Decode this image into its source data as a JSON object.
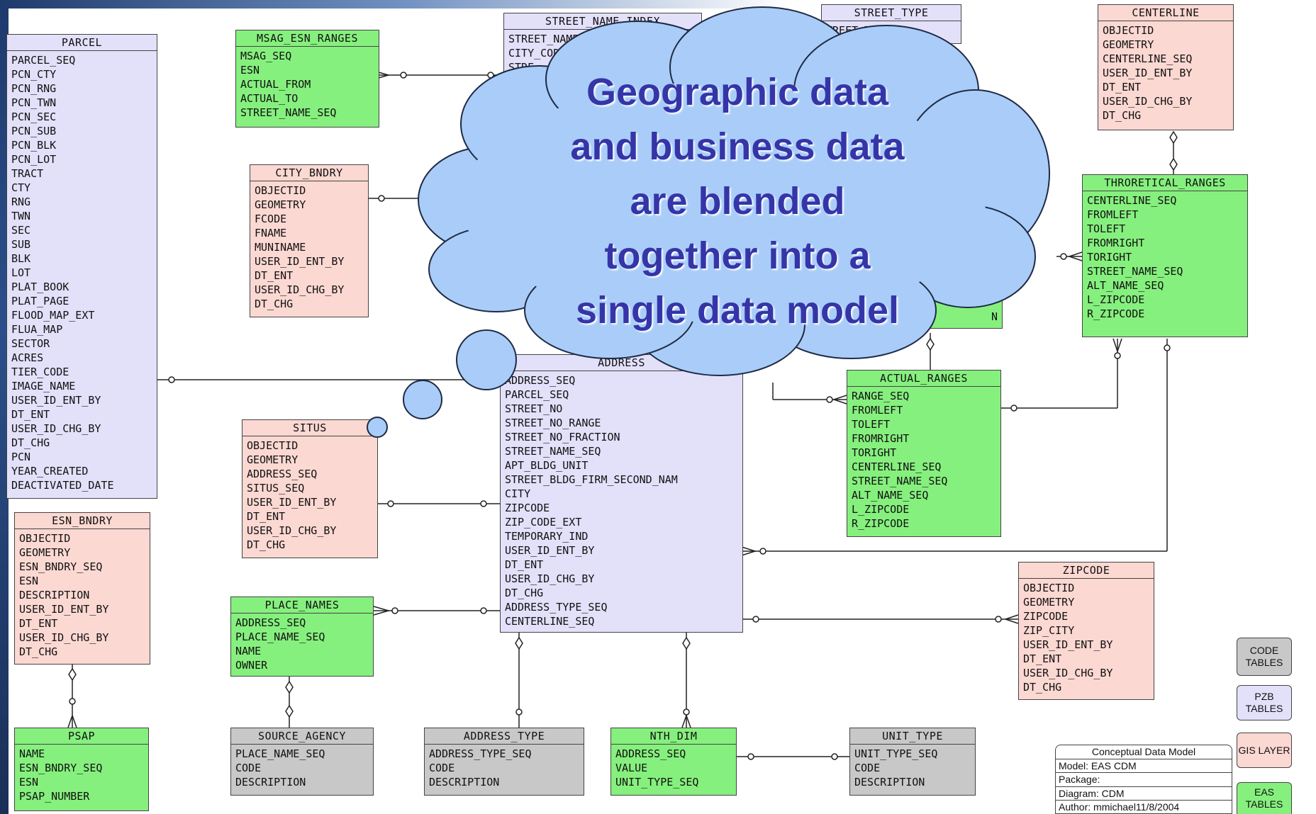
{
  "colors": {
    "pzb": "#e3e0fa",
    "gis": "#fbd8d2",
    "eas": "#86f07e",
    "code": "#c8c8c8",
    "cloud": "#a9cdf8",
    "callout_text": "#3535a8"
  },
  "callout": {
    "lines": [
      "Geographic data",
      "and business data",
      "are blended",
      "together into a",
      "single data model"
    ]
  },
  "entities": {
    "parcel": {
      "name": "PARCEL",
      "fields": [
        "PARCEL_SEQ",
        "PCN_CTY",
        "PCN_RNG",
        "PCN_TWN",
        "PCN_SEC",
        "PCN_SUB",
        "PCN_BLK",
        "PCN_LOT",
        "TRACT",
        "CTY",
        "RNG",
        "TWN",
        "SEC",
        "SUB",
        "BLK",
        "LOT",
        "PLAT_BOOK",
        "PLAT_PAGE",
        "FLOOD_MAP_EXT",
        "FLUA_MAP",
        "SECTOR",
        "ACRES",
        "TIER_CODE",
        "IMAGE_NAME",
        "USER_ID_ENT_BY",
        "DT_ENT",
        "USER_ID_CHG_BY",
        "DT_CHG",
        "PCN",
        "YEAR_CREATED",
        "DEACTIVATED_DATE"
      ]
    },
    "msag": {
      "name": "MSAG_ESN_RANGES",
      "fields": [
        "MSAG_SEQ",
        "ESN",
        "ACTUAL_FROM",
        "ACTUAL_TO",
        "STREET_NAME_SEQ"
      ]
    },
    "street_name_index": {
      "name": "STREET_NAME_INDEX",
      "fields": [
        "STREET_NAME_SEQ",
        "CITY_CODE",
        "STRE"
      ]
    },
    "street_type": {
      "name": "STREET_TYPE",
      "fields": [
        "TREET_TYPE"
      ]
    },
    "centerline": {
      "name": "CENTERLINE",
      "fields": [
        "OBJECTID",
        "GEOMETRY",
        "CENTERLINE_SEQ",
        "USER_ID_ENT_BY",
        "DT_ENT",
        "USER_ID_CHG_BY",
        "DT_CHG"
      ]
    },
    "city_bndry": {
      "name": "CITY_BNDRY",
      "fields": [
        "OBJECTID",
        "GEOMETRY",
        "FCODE",
        "FNAME",
        "MUNINAME",
        "USER_ID_ENT_BY",
        "DT_ENT",
        "USER_ID_CHG_BY",
        "DT_CHG"
      ]
    },
    "theoretical_ranges": {
      "name": "THRORETICAL_RANGES",
      "fields": [
        "CENTERLINE_SEQ",
        "FROMLEFT",
        "TOLEFT",
        "FROMRIGHT",
        "TORIGHT",
        "STREET_NAME_SEQ",
        "ALT_NAME_SEQ",
        "L_ZIPCODE",
        "R_ZIPCODE"
      ]
    },
    "address": {
      "name": "ADDRESS",
      "fields": [
        "ADDRESS_SEQ",
        "PARCEL_SEQ",
        "STREET_NO",
        "STREET_NO_RANGE",
        "STREET_NO_FRACTION",
        "STREET_NAME_SEQ",
        "APT_BLDG_UNIT",
        "STREET_BLDG_FIRM_SECOND_NAM",
        "CITY",
        "ZIPCODE",
        "ZIP_CODE_EXT",
        "TEMPORARY_IND",
        "USER_ID_ENT_BY",
        "DT_ENT",
        "USER_ID_CHG_BY",
        "DT_CHG",
        "ADDRESS_TYPE_SEQ",
        "CENTERLINE_SEQ"
      ]
    },
    "actual_ranges": {
      "name": "ACTUAL_RANGES",
      "fields": [
        "RANGE_SEQ",
        "FROMLEFT",
        "TOLEFT",
        "FROMRIGHT",
        "TORIGHT",
        "CENTERLINE_SEQ",
        "STREET_NAME_SEQ",
        "ALT_NAME_SEQ",
        "L_ZIPCODE",
        "R_ZIPCODE"
      ]
    },
    "situs": {
      "name": "SITUS",
      "fields": [
        "OBJECTID",
        "GEOMETRY",
        "ADDRESS_SEQ",
        "SITUS_SEQ",
        "USER_ID_ENT_BY",
        "DT_ENT",
        "USER_ID_CHG_BY",
        "DT_CHG"
      ]
    },
    "esn_bndry": {
      "name": "ESN_BNDRY",
      "fields": [
        "OBJECTID",
        "GEOMETRY",
        "ESN_BNDRY_SEQ",
        "ESN",
        "DESCRIPTION",
        "USER_ID_ENT_BY",
        "DT_ENT",
        "USER_ID_CHG_BY",
        "DT_CHG"
      ]
    },
    "place_names": {
      "name": "PLACE_NAMES",
      "fields": [
        "ADDRESS_SEQ",
        "PLACE_NAME_SEQ",
        "NAME",
        "OWNER"
      ]
    },
    "zipcode": {
      "name": "ZIPCODE",
      "fields": [
        "OBJECTID",
        "GEOMETRY",
        "ZIPCODE",
        "ZIP_CITY",
        "USER_ID_ENT_BY",
        "DT_ENT",
        "USER_ID_CHG_BY",
        "DT_CHG"
      ]
    },
    "psap": {
      "name": "PSAP",
      "fields": [
        "NAME",
        "ESN_BNDRY_SEQ",
        "ESN",
        "PSAP_NUMBER"
      ]
    },
    "source_agency": {
      "name": "SOURCE_AGENCY",
      "fields": [
        "PLACE_NAME_SEQ",
        "CODE",
        "DESCRIPTION"
      ]
    },
    "address_type": {
      "name": "ADDRESS_TYPE",
      "fields": [
        "ADDRESS_TYPE_SEQ",
        "CODE",
        "DESCRIPTION"
      ]
    },
    "nth_dim": {
      "name": "NTH_DIM",
      "fields": [
        "ADDRESS_SEQ",
        "VALUE",
        "UNIT_TYPE_SEQ"
      ]
    },
    "unit_type": {
      "name": "UNIT_TYPE",
      "fields": [
        "UNIT_TYPE_SEQ",
        "CODE",
        "DESCRIPTION"
      ]
    }
  },
  "partial_labels": {
    "n_fragment": "N"
  },
  "legend": {
    "code": "CODE TABLES",
    "pzb": "PZB TABLES",
    "gis": "GIS LAYER",
    "eas": "EAS TABLES"
  },
  "model_info": {
    "title": "Conceptual Data Model",
    "model": "Model: EAS CDM",
    "package": "Package:",
    "diagram": "Diagram: CDM",
    "author": "Author: mmichael11/8/2004"
  }
}
